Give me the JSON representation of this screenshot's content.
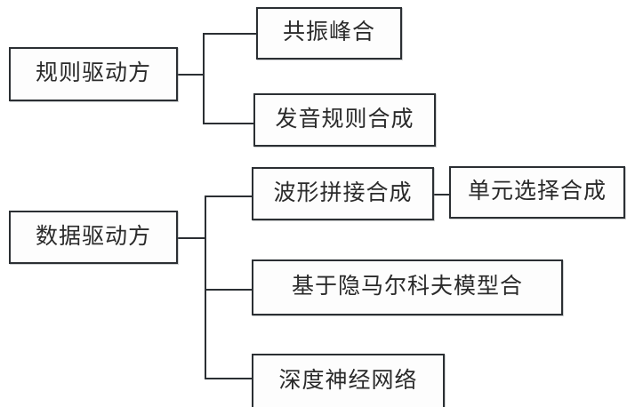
{
  "diagram": {
    "type": "tree",
    "title": "",
    "background_color": "#ffffff",
    "line_color": "#2b2f33",
    "node_fill_color": "#fdfdfd",
    "text_color": "#2a2a2a",
    "branches": [
      {
        "root": "规则驱动方",
        "children": [
          {
            "label": "共振峰合",
            "children": []
          },
          {
            "label": "发音规则合成",
            "children": []
          }
        ]
      },
      {
        "root": "数据驱动方",
        "children": [
          {
            "label": "波形拼接合成",
            "children": [
              {
                "label": "单元选择合成"
              }
            ]
          },
          {
            "label": "基于隐马尔科夫模型合",
            "children": []
          },
          {
            "label": "深度神经网络",
            "children": []
          }
        ]
      }
    ]
  },
  "nodes": {
    "rule_driven": "规则驱动方",
    "formant": "共振峰合",
    "phoneme_rule": "发音规则合成",
    "data_driven": "数据驱动方",
    "waveform_concat": "波形拼接合成",
    "unit_selection": "单元选择合成",
    "hmm_based": "基于隐马尔科夫模型合",
    "deep_neural_network": "深度神经网络"
  }
}
